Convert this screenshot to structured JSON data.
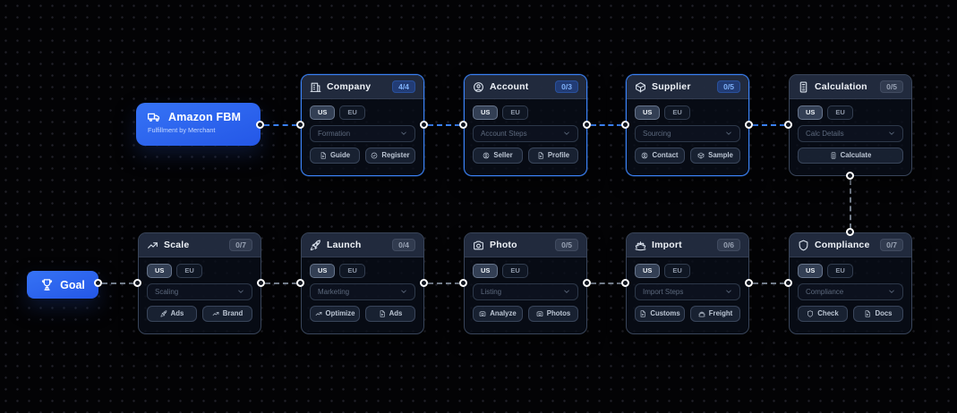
{
  "colors": {
    "canvas_bg": "#030305",
    "accent_blue": "#2e66f0",
    "edge_active": "#3b82f6",
    "edge_inactive": "#747e8c",
    "node_border_active": "#3b82f6",
    "node_border_idle": "#39455a",
    "badge_active_text": "#7fb1f9",
    "badge_idle_text": "#98a2b3"
  },
  "chips": [
    "US",
    "EU"
  ],
  "start_node": {
    "title": "Amazon FBM",
    "subtitle": "Fulfillment by Merchant",
    "icon": "truck"
  },
  "goal_node": {
    "label": "Goal",
    "icon": "trophy"
  },
  "nodes": [
    {
      "title": "Company",
      "icon": "building",
      "badge": "4/4",
      "state": "active",
      "dropdown": "Formation",
      "actions": [
        {
          "label": "Guide",
          "icon": "file"
        },
        {
          "label": "Register",
          "icon": "badge-check"
        }
      ]
    },
    {
      "title": "Account",
      "icon": "user-circle",
      "badge": "0/3",
      "state": "active",
      "dropdown": "Account Steps",
      "actions": [
        {
          "label": "Seller",
          "icon": "user-circle"
        },
        {
          "label": "Profile",
          "icon": "file"
        }
      ]
    },
    {
      "title": "Supplier",
      "icon": "package",
      "badge": "0/5",
      "state": "active",
      "dropdown": "Sourcing",
      "actions": [
        {
          "label": "Contact",
          "icon": "user-circle"
        },
        {
          "label": "Sample",
          "icon": "package"
        }
      ]
    },
    {
      "title": "Calculation",
      "icon": "calculator",
      "badge": "0/5",
      "state": "idle",
      "dropdown": "Calc Details",
      "actions": [
        {
          "label": "Calculate",
          "icon": "calculator"
        }
      ]
    },
    {
      "title": "Scale",
      "icon": "trending-up",
      "badge": "0/7",
      "state": "idle",
      "dropdown": "Scaling",
      "actions": [
        {
          "label": "Ads",
          "icon": "rocket"
        },
        {
          "label": "Brand",
          "icon": "trending-up"
        }
      ]
    },
    {
      "title": "Launch",
      "icon": "rocket",
      "badge": "0/4",
      "state": "idle",
      "dropdown": "Marketing",
      "actions": [
        {
          "label": "Optimize",
          "icon": "trending-up"
        },
        {
          "label": "Ads",
          "icon": "file"
        }
      ]
    },
    {
      "title": "Photo",
      "icon": "camera",
      "badge": "0/5",
      "state": "idle",
      "dropdown": "Listing",
      "actions": [
        {
          "label": "Analyze",
          "icon": "camera"
        },
        {
          "label": "Photos",
          "icon": "camera"
        }
      ]
    },
    {
      "title": "Import",
      "icon": "ship",
      "badge": "0/6",
      "state": "idle",
      "dropdown": "Import Steps",
      "actions": [
        {
          "label": "Customs",
          "icon": "file"
        },
        {
          "label": "Freight",
          "icon": "ship"
        }
      ]
    },
    {
      "title": "Compliance",
      "icon": "shield",
      "badge": "0/7",
      "state": "idle",
      "dropdown": "Compliance",
      "actions": [
        {
          "label": "Check",
          "icon": "shield"
        },
        {
          "label": "Docs",
          "icon": "file"
        }
      ]
    }
  ]
}
